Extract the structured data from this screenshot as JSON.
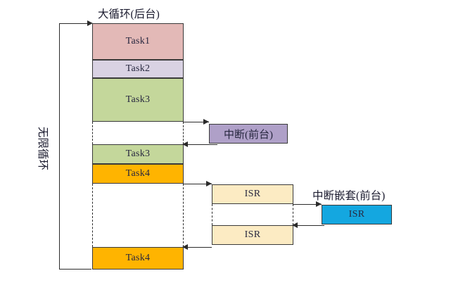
{
  "diagram": {
    "title_background": "大循环(后台)",
    "label_interrupt": "中断(前台)",
    "label_nested_interrupt": "中断嵌套(前台)",
    "label_infinite_loop": "无限循环",
    "footnote": "",
    "colors": {
      "task1": "#E3B9B7",
      "task2": "#D9D2E3",
      "task3": "#C4D79B",
      "task4": "#FFB400",
      "interrupt": "#AFA0C8",
      "isr": "#FCEBC3",
      "nested_isr": "#14A7E0",
      "stroke": "#2b2b2b"
    },
    "main_loop_blocks": [
      {
        "label": "Task1",
        "color_key": "task1"
      },
      {
        "label": "Task2",
        "color_key": "task2"
      },
      {
        "label": "Task3",
        "color_key": "task3"
      },
      {
        "label": "Task3",
        "color_key": "task3"
      },
      {
        "label": "Task4",
        "color_key": "task4"
      },
      {
        "label": "Task4",
        "color_key": "task4"
      }
    ],
    "interrupt_blocks": [
      {
        "label": "中断(前台)",
        "color_key": "interrupt"
      }
    ],
    "isr_blocks": [
      {
        "label": "ISR",
        "color_key": "isr"
      },
      {
        "label": "ISR",
        "color_key": "isr"
      }
    ],
    "nested_isr_blocks": [
      {
        "label": "ISR",
        "color_key": "nested_isr"
      }
    ]
  }
}
